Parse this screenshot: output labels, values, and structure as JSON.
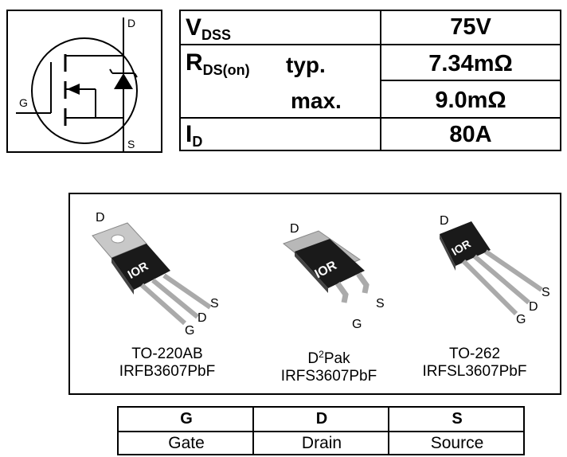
{
  "symbol": {
    "drain_label": "D",
    "gate_label": "G",
    "source_label": "S"
  },
  "specs": [
    {
      "param_main": "V",
      "param_sub": "DSS",
      "qualifier": "",
      "value": "75V"
    },
    {
      "param_main": "R",
      "param_sub": "DS(on)",
      "qualifier": "typ.",
      "value": "7.34mΩ"
    },
    {
      "param_main": "",
      "param_sub": "",
      "qualifier": "max.",
      "value": "9.0mΩ"
    },
    {
      "param_main": "I",
      "param_sub": "D",
      "qualifier": "",
      "value": "80A"
    }
  ],
  "packages": [
    {
      "name": "TO-220AB",
      "part": "IRFB3607PbF",
      "pins": {
        "d_top": "D",
        "s": "S",
        "d": "D",
        "g": "G"
      },
      "brand": "IOR"
    },
    {
      "name_prefix": "D",
      "name_sup": "2",
      "name_suffix": "Pak",
      "part": "IRFS3607PbF",
      "pins": {
        "d_top": "D",
        "s": "S",
        "g": "G"
      },
      "brand": "IOR"
    },
    {
      "name": "TO-262",
      "part": "IRFSL3607PbF",
      "pins": {
        "d_top": "D",
        "s": "S",
        "d": "D",
        "g": "G"
      },
      "brand": "IOR"
    }
  ],
  "pin_legend": {
    "headers": [
      "G",
      "D",
      "S"
    ],
    "descriptions": [
      "Gate",
      "Drain",
      "Source"
    ]
  }
}
